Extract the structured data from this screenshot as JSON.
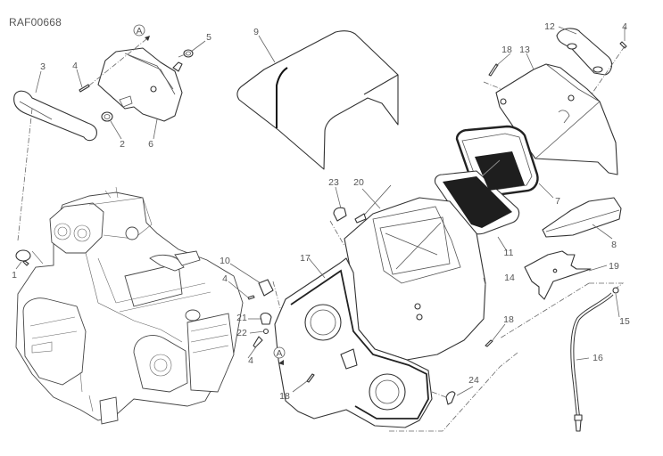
{
  "diagram": {
    "reference_code": "RAF00668",
    "view_marker": "A",
    "callouts": [
      {
        "id": "1",
        "part": "hose-clamp"
      },
      {
        "id": "2",
        "part": "clamp"
      },
      {
        "id": "3",
        "part": "breather-hose"
      },
      {
        "id": "4",
        "part": "screw"
      },
      {
        "id": "5",
        "part": "seal"
      },
      {
        "id": "6",
        "part": "breather-tank"
      },
      {
        "id": "7",
        "part": "filter-gasket"
      },
      {
        "id": "8",
        "part": "cover-panel"
      },
      {
        "id": "9",
        "part": "airbox-cover"
      },
      {
        "id": "10",
        "part": "bracket"
      },
      {
        "id": "11",
        "part": "air-filter"
      },
      {
        "id": "12",
        "part": "intake-duct"
      },
      {
        "id": "13",
        "part": "airbox-lid"
      },
      {
        "id": "14",
        "part": "airbox"
      },
      {
        "id": "15",
        "part": "drain-fitting"
      },
      {
        "id": "16",
        "part": "drain-hose"
      },
      {
        "id": "17",
        "part": "airbox-base-gasket"
      },
      {
        "id": "18",
        "part": "screw"
      },
      {
        "id": "19",
        "part": "shield-plate"
      },
      {
        "id": "20",
        "part": "sensor"
      },
      {
        "id": "21",
        "part": "clip"
      },
      {
        "id": "22",
        "part": "washer"
      },
      {
        "id": "23",
        "part": "grommet"
      },
      {
        "id": "24",
        "part": "seal-ring"
      }
    ],
    "labels": {
      "l1": "1",
      "l2": "2",
      "l3": "3",
      "l4a": "4",
      "l4b": "4",
      "l4c": "4",
      "l4d": "4",
      "l5": "5",
      "l6": "6",
      "l7": "7",
      "l8": "8",
      "l9": "9",
      "l10": "10",
      "l11": "11",
      "l12": "12",
      "l13": "13",
      "l14": "14",
      "l15": "15",
      "l16": "16",
      "l17": "17",
      "l18a": "18",
      "l18b": "18",
      "l18c": "18",
      "l19": "19",
      "l20": "20",
      "l21": "21",
      "l22": "22",
      "l23": "23",
      "l24": "24",
      "markerA1": "A",
      "markerA2": "A"
    }
  }
}
